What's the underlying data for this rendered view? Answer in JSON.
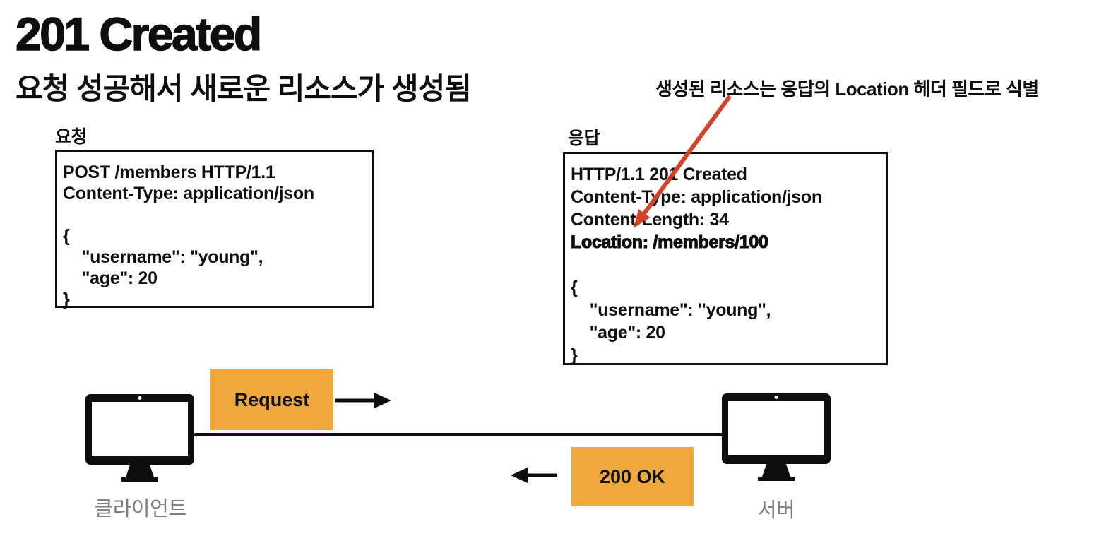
{
  "title": "201 Created",
  "subtitle": "요청 성공해서 새로운 리소스가 생성됨",
  "annotation": "생성된 리소스는 응답의 Location 헤더 필드로 식별",
  "request_panel": {
    "label": "요청",
    "lines": [
      "POST /members HTTP/1.1",
      "Content-Type: application/json",
      "",
      "{",
      "    \"username\": \"young\",",
      "    \"age\": 20",
      "}"
    ]
  },
  "response_panel": {
    "label": "응답",
    "lines": [
      "HTTP/1.1 201 Created",
      "Content-Type: application/json",
      "Content-Length: 34",
      "Location: /members/100",
      "",
      "{",
      "    \"username\": \"young\",",
      "    \"age\": 20",
      "}"
    ],
    "highlighted_line": "Location: /members/100"
  },
  "flow": {
    "request_badge": "Request",
    "response_badge": "200 OK",
    "client_label": "클라이언트",
    "server_label": "서버"
  },
  "colors": {
    "badge_orange": "#F0A83D",
    "arrow_red": "#D5402B",
    "label_gray": "#7E7E7E",
    "ink_black": "#0E0E0E"
  },
  "icons": {
    "client": "client-monitor-icon",
    "server": "server-monitor-icon",
    "request_arrow": "arrow-right-icon",
    "response_arrow": "arrow-left-icon",
    "annotation_arrow": "red-pointer-arrow-icon"
  }
}
